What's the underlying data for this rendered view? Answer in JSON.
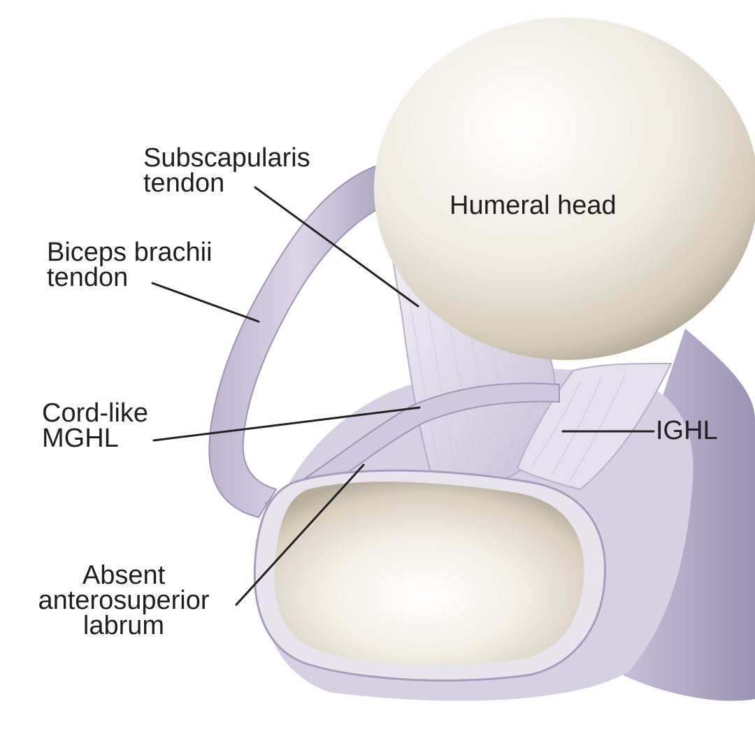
{
  "labels": {
    "subscapularis": [
      "Subscapularis",
      "tendon"
    ],
    "humeral_head": "Humeral head",
    "biceps": [
      "Biceps brachii",
      "tendon"
    ],
    "mghl": [
      "Cord-like",
      "MGHL"
    ],
    "ighl": "IGHL",
    "labrum": [
      "Absent",
      "anterosuperior",
      "labrum"
    ]
  },
  "colors": {
    "ligament": "#cdc6dd",
    "ligament_shadow": "#9f96b8",
    "bone": "#f2eee6",
    "bone_shadow": "#c2b8a6",
    "text": "#1f1f1f",
    "leader": "#222222"
  }
}
